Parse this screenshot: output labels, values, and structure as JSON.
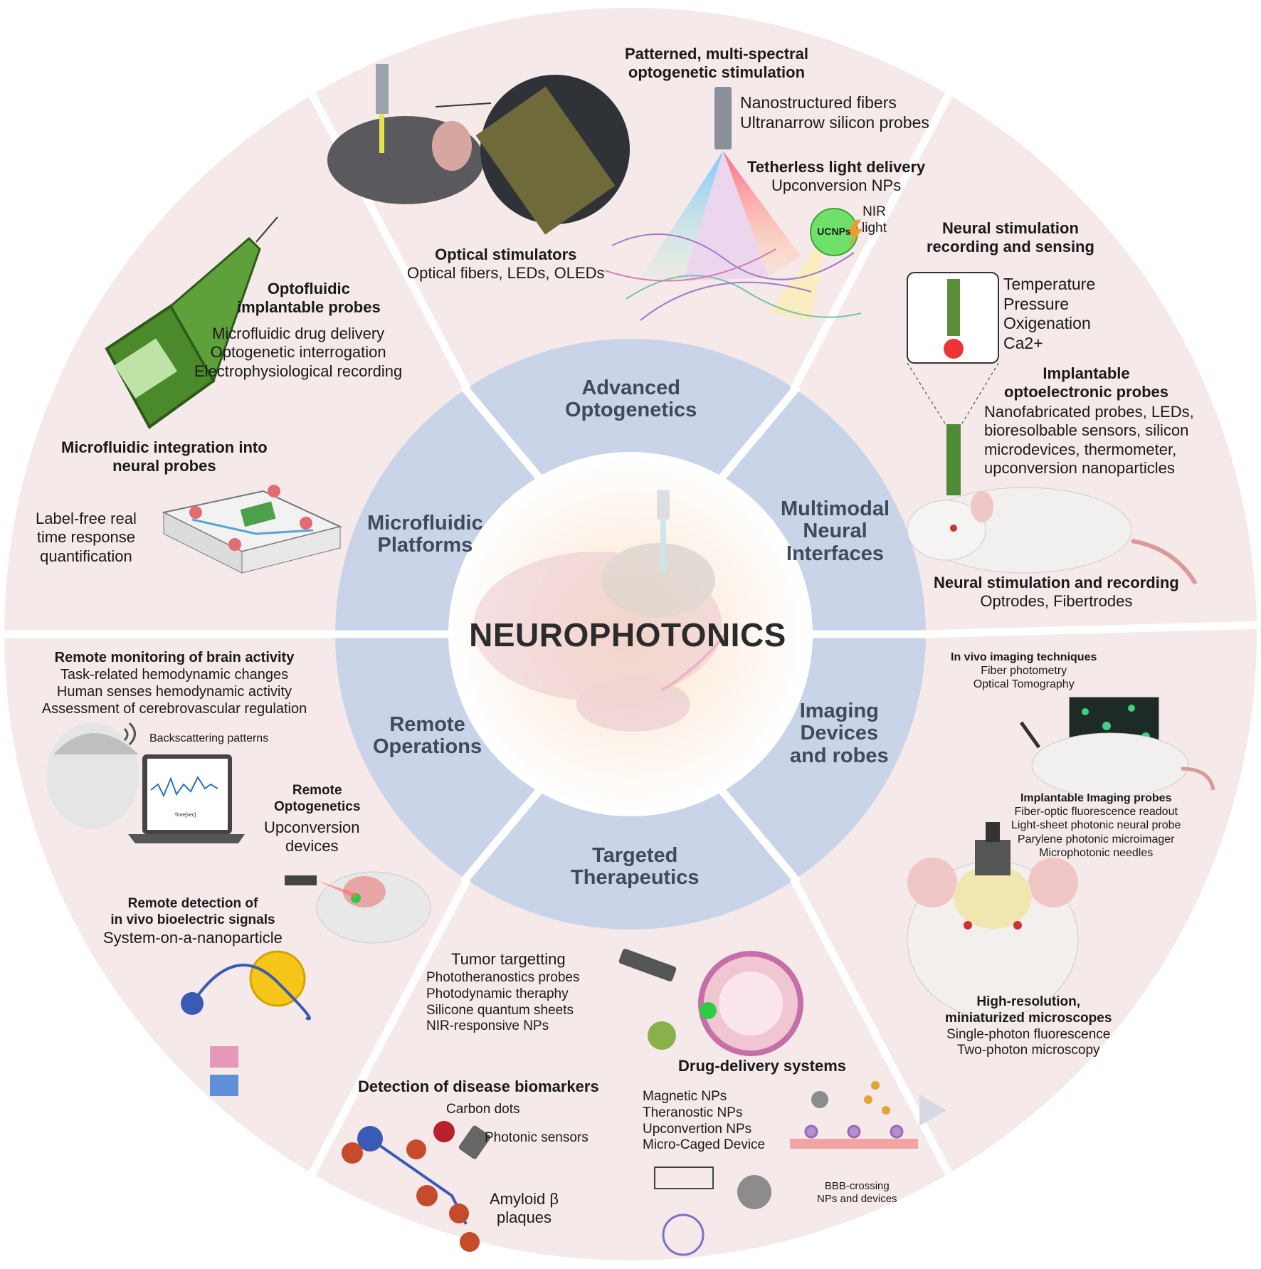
{
  "core": {
    "title": "NEUROPHOTONICS"
  },
  "colors": {
    "outer_ring": "#f6e9e9",
    "inner_ring": "#c9d4e8",
    "core": "#ffffff",
    "divider": "#ffffff",
    "section_text": "#3f4a5a"
  },
  "sections": {
    "advanced_optogenetics": [
      "Advanced",
      "Optogenetics"
    ],
    "multimodal": [
      "Multimodal",
      "Neural",
      "Interfaces"
    ],
    "imaging": [
      "Imaging",
      "Devices",
      "and robes"
    ],
    "targeted": [
      "Targeted",
      "Therapeutics"
    ],
    "remote": [
      "Remote",
      "Operations"
    ],
    "microfluidic": [
      "Microfluidic",
      "Platforms"
    ]
  },
  "top": {
    "patterned": {
      "title": [
        "Patterned, multi-spectral",
        "optogenetic stimulation"
      ],
      "items": [
        "Nanostructured fibers",
        "Ultranarrow silicon probes"
      ]
    },
    "tetherless": {
      "title": "Tetherless light delivery",
      "items": [
        "Upconversion NPs"
      ]
    },
    "ucnps_badge": "UCNPs",
    "nir": [
      "NIR",
      "light"
    ],
    "optical_stim": {
      "title": "Optical stimulators",
      "items": [
        "Optical fibers, LEDs, OLEDs"
      ]
    }
  },
  "right_upper": {
    "stim_sensing": {
      "title": [
        "Neural stimulation",
        "recording and sensing"
      ]
    },
    "sensing_items": [
      "Temperature",
      "Pressure",
      "Oxigenation",
      "Ca2+"
    ],
    "implantable": {
      "title": [
        "Implantable",
        "optoelectronic probes"
      ],
      "items": [
        "Nanofabricated probes, LEDs,",
        "bioresolbable sensors, silicon",
        "microdevices, thermometer,",
        "upconversion nanoparticles"
      ]
    },
    "stim_recording": {
      "title": "Neural stimulation and recording",
      "items": [
        "Optrodes, Fibertrodes"
      ]
    }
  },
  "right_lower": {
    "in_vivo": {
      "title": "In vivo imaging techniques",
      "items": [
        "Fiber photometry",
        "Optical Tomography"
      ]
    },
    "implantable_imaging": {
      "title": "Implantable Imaging probes",
      "items": [
        "Fiber-optic fluorescence readout",
        "Light-sheet photonic neural probe",
        "Parylene photonic microimager",
        "Microphotonic needles"
      ]
    },
    "microscopes": {
      "title": [
        "High-resolution,",
        "miniaturized microscopes"
      ],
      "items": [
        "Single-photon fluorescence",
        "Two-photon microscopy"
      ]
    }
  },
  "bottom": {
    "tumor": {
      "title": "Tumor targetting",
      "items": [
        "Phototheranostics probes",
        "Photodynamic theraphy",
        "Silicone quantum sheets",
        "NIR-responsive NPs"
      ]
    },
    "drug": {
      "title": "Drug-delivery systems",
      "items": [
        "Magnetic NPs",
        "Theranostic NPs",
        "Upconvertion NPs",
        "Micro-Caged Device"
      ]
    },
    "bbb": [
      "BBB-crossing",
      "NPs and devices"
    ],
    "biomarkers": {
      "title": "Detection of disease biomarkers"
    },
    "carbon_dots": "Carbon dots",
    "photonic_sensors": "Photonic sensors",
    "amyloid": [
      "Amyloid β",
      "plaques"
    ]
  },
  "left_lower": {
    "remote_monitoring": {
      "title": "Remote monitoring of brain activity",
      "items": [
        "Task-related hemodynamic changes",
        "Human senses hemodynamic activity",
        "Assessment of cerebrovascular regulation"
      ]
    },
    "backscattering": "Backscattering patterns",
    "laptop_axis": "Time[sec]",
    "remote_opto": {
      "title": [
        "Remote",
        "Optogenetics"
      ],
      "items": [
        "Upconversion",
        "devices"
      ]
    },
    "remote_detection": {
      "title": [
        "Remote detection of",
        "in vivo bioelectric signals"
      ],
      "items": [
        "System-on-a-nanoparticle"
      ]
    }
  },
  "left_upper": {
    "optofluidic": {
      "title": [
        "Optofluidic",
        "implantable probes"
      ],
      "items": [
        "Microfluidic drug delivery",
        "Optogenetic interrogation",
        "Electrophysiological recording"
      ]
    },
    "microfluidic_integration": {
      "title": [
        "Microfluidic integration into",
        "neural probes"
      ]
    },
    "label_free": [
      "Label-free real",
      "time response",
      "quantification"
    ]
  }
}
